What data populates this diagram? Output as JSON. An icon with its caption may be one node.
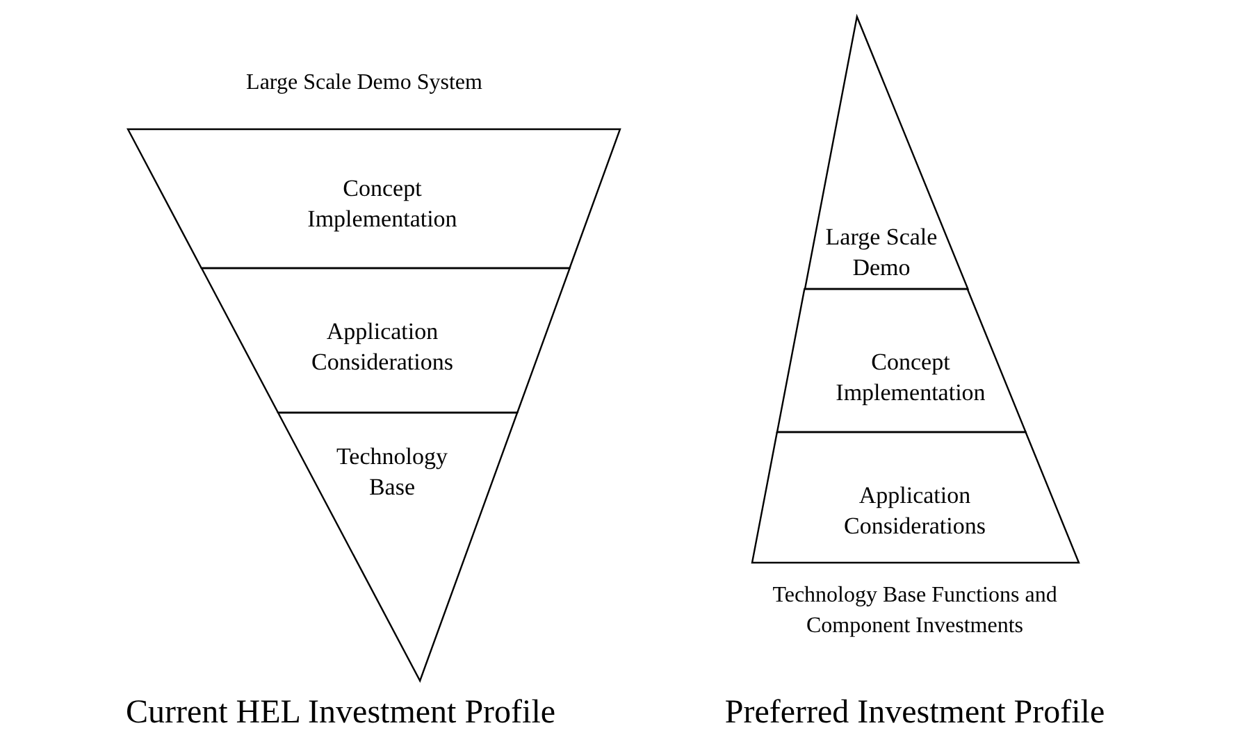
{
  "diagram": {
    "nodes": [
      {
        "text": [
          "Concept Implementation"
        ]
      },
      {
        "text": [
          "Application Considerations"
        ]
      },
      {
        "text": [
          "Technology Base"
        ]
      },
      {
        "text": [
          "Large Scale Demo"
        ]
      },
      {
        "text": [
          "Concept Implementation"
        ]
      },
      {
        "text": [
          "Application Considerations"
        ]
      }
    ],
    "edges": [],
    "labels": [
      "Large Scale Demo System",
      "Technology Base Functions and Component Investments",
      "Current HEL Investment Profile",
      "Preferred Investment Profile"
    ]
  }
}
